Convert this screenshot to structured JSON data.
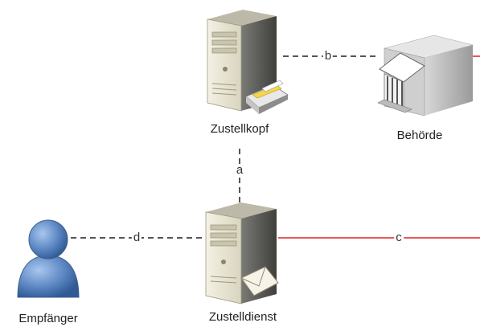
{
  "nodes": {
    "zustellkopf": {
      "label": "Zustellkopf",
      "icon": "server-with-printer-icon"
    },
    "behoerde": {
      "label": "Behörde",
      "icon": "government-building-icon"
    },
    "zustelldienst": {
      "label": "Zustelldienst",
      "icon": "server-with-envelope-icon"
    },
    "empfaenger": {
      "label": "Empfänger",
      "icon": "person-icon"
    }
  },
  "edges": {
    "a": {
      "label": "a",
      "style": "dashed",
      "from": "Zustellkopf",
      "to": "Zustelldienst"
    },
    "b": {
      "label": "b",
      "style": "dashed",
      "from": "Zustellkopf",
      "to": "Behörde"
    },
    "c": {
      "label": "c",
      "style": "solid",
      "from": "Zustelldienst"
    },
    "d": {
      "label": "d",
      "style": "dashed",
      "from": "Empfänger",
      "to": "Zustelldienst"
    }
  },
  "colors": {
    "dashed_line": "#555555",
    "solid_line": "#e02020",
    "person": "#5b86c2",
    "server": "#e8e4d4"
  }
}
